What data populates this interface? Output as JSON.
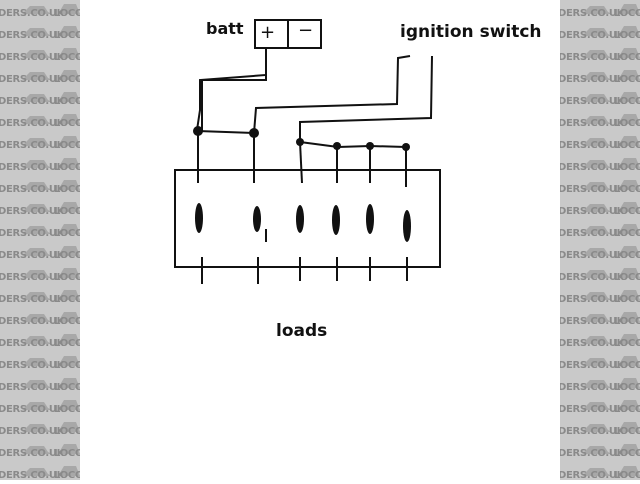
{
  "watermark": {
    "left_text": "DERS.CO.UK",
    "right_text": "LOCOS"
  },
  "diagram": {
    "batt_label": "batt",
    "batt_plus": "+",
    "batt_minus": "−",
    "ignition_label": "ignition switch",
    "loads_label": "loads"
  },
  "colors": {
    "side_background": "#c9c9c9",
    "watermark_text": "#8a8a8a",
    "ink": "#111111",
    "page": "#ffffff"
  }
}
